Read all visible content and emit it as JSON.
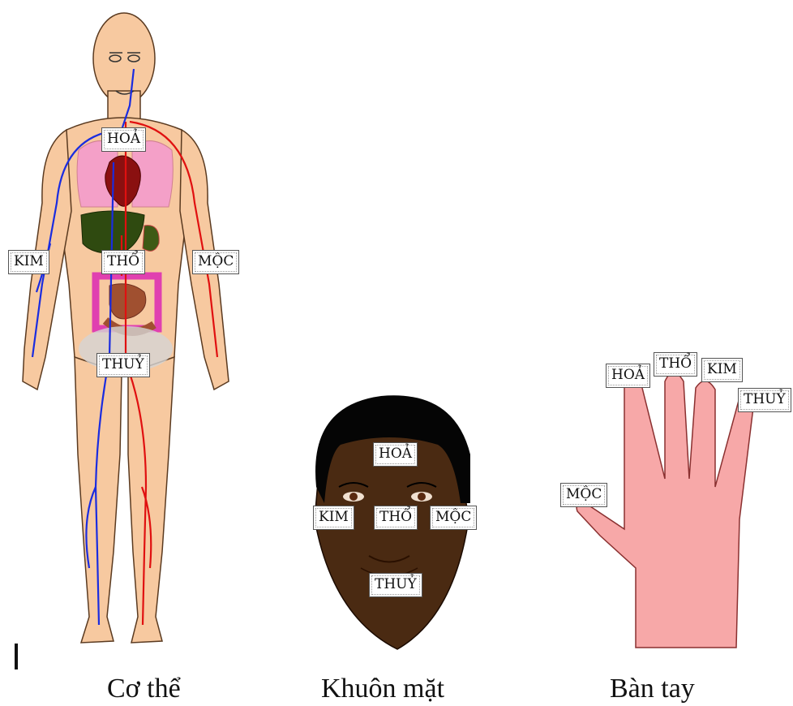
{
  "body_figure": {
    "caption": "Cơ thể",
    "labels": {
      "hoa": "HOẢ",
      "kim": "KIM",
      "moc": "MỘC",
      "tho": "THỔ",
      "thuy": "THUỶ"
    }
  },
  "face_figure": {
    "caption": "Khuôn mặt",
    "labels": {
      "hoa": "HOẢ",
      "kim": "KIM",
      "tho": "THỔ",
      "moc": "MỘC",
      "thuy": "THUỶ"
    }
  },
  "hand_figure": {
    "caption": "Bàn tay",
    "labels": {
      "hoa": "HOẢ",
      "tho": "THỔ",
      "kim": "KIM",
      "thuy": "THUỶ",
      "moc": "MỘC"
    }
  },
  "colors": {
    "skin": "#f7c9a0",
    "artery": "#e01010",
    "vein": "#1a2ce0",
    "lung": "#f4a0c8",
    "heart": "#8a1010",
    "liver": "#2f4a10",
    "intestine": "#e040b0",
    "face_skin": "#4a2a12",
    "hair": "#050505",
    "hand": "#f7a8a8"
  }
}
